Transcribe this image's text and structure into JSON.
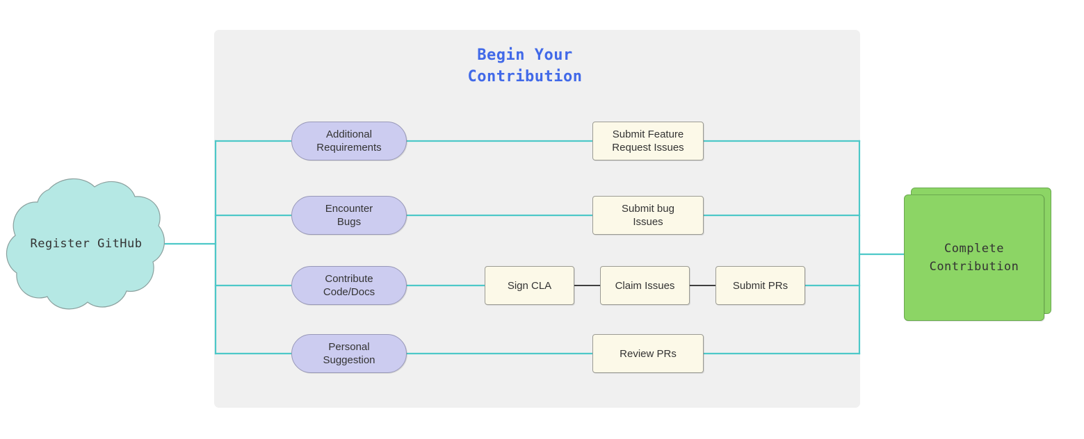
{
  "diagram": {
    "title": "Begin Your\nContribution",
    "title_color": "#4169e8",
    "panel_color": "#f0f0f0",
    "wire_color": "#4dc8c8",
    "chain_wire_color": "#3f3f3f"
  },
  "start_node": {
    "label": "Register GitHub",
    "shape": "cloud",
    "color": "#b5e8e4"
  },
  "end_node": {
    "label": "Complete\nContribution",
    "shape": "stacked-rect",
    "color": "#8cd565"
  },
  "branches": [
    {
      "trigger": "Additional\nRequirements",
      "action": "Submit Feature\nRequest Issues"
    },
    {
      "trigger": "Encounter\nBugs",
      "action": "Submit bug\nIssues"
    },
    {
      "trigger": "Contribute\nCode/Docs",
      "action": "Sign CLA",
      "chain": [
        "Claim Issues",
        "Submit PRs"
      ]
    },
    {
      "trigger": "Personal\nSuggestion",
      "action": "Review PRs"
    }
  ]
}
